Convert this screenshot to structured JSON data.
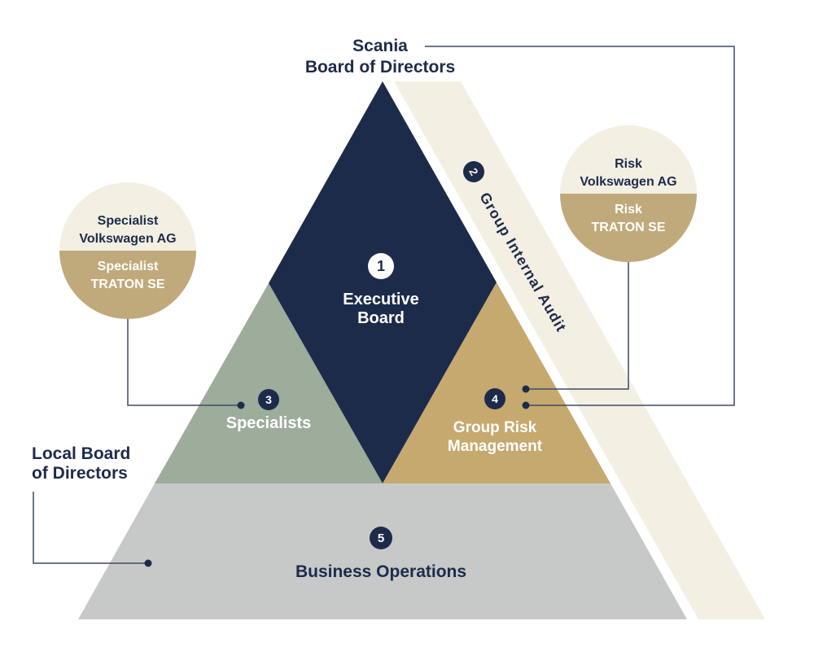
{
  "colors": {
    "navy": "#1d2b4b",
    "sage_green": "#9dac9b",
    "gold": "#c6a96e",
    "gray": "#c6c9c7",
    "cream": "#f3efe2",
    "tan": "#c0a97a",
    "line": "#3f4a61",
    "white": "#ffffff"
  },
  "title": {
    "line1": "Scania",
    "line2": "Board of Directors"
  },
  "local_board": {
    "line1": "Local Board",
    "line2": "of Directors"
  },
  "pyramid": {
    "executive_board": {
      "number": "1",
      "line1": "Executive",
      "line2": "Board"
    },
    "internal_audit": {
      "number": "2",
      "label": "Group Internal Audit"
    },
    "specialists": {
      "number": "3",
      "label": "Specialists"
    },
    "group_risk_management": {
      "number": "4",
      "line1": "Group Risk",
      "line2": "Management"
    },
    "business_operations": {
      "number": "5",
      "label": "Business Operations"
    }
  },
  "callouts": {
    "specialist_circle": {
      "top_line1": "Specialist",
      "top_line2": "Volkswagen AG",
      "bottom_line1": "Specialist",
      "bottom_line2": "TRATON SE"
    },
    "risk_circle": {
      "top_line1": "Risk",
      "top_line2": "Volkswagen AG",
      "bottom_line1": "Risk",
      "bottom_line2": "TRATON SE"
    }
  }
}
